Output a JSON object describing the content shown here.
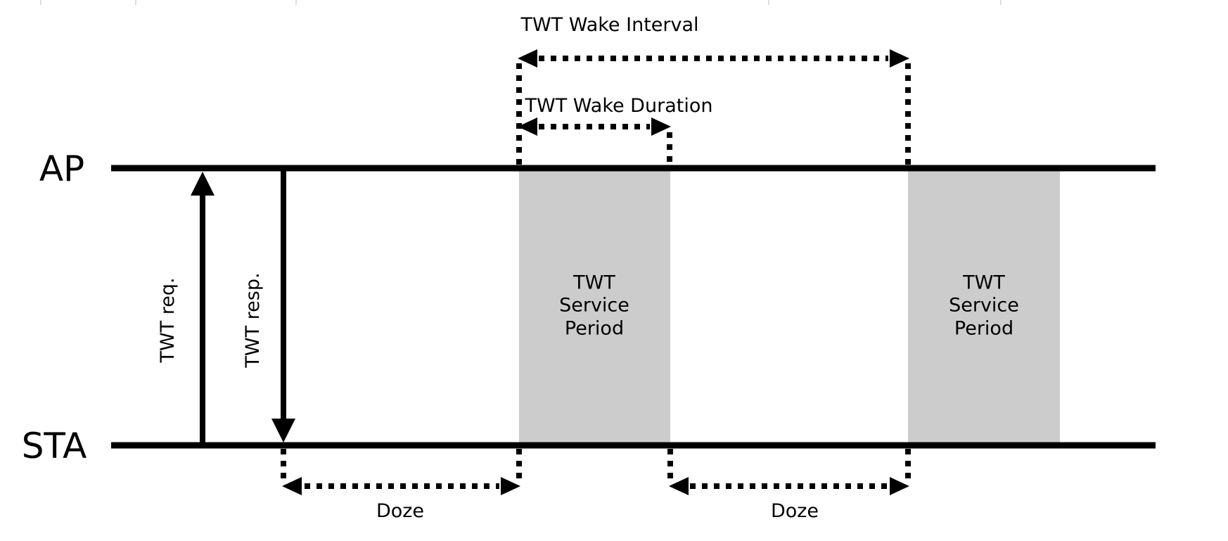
{
  "diagram": {
    "actors": {
      "ap": "AP",
      "sta": "STA"
    },
    "messages": {
      "request": "TWT req.",
      "response": "TWT resp."
    },
    "annotations": {
      "wake_interval": "TWT Wake Interval",
      "wake_duration": "TWT Wake Duration",
      "service_period": "TWT\nService\nPeriod",
      "doze": "Doze"
    },
    "colors": {
      "line": "#000000",
      "text": "#000000",
      "service_period_fill": "#cccccc",
      "background": "#ffffff",
      "top_tick": "#dcdcdc"
    }
  }
}
